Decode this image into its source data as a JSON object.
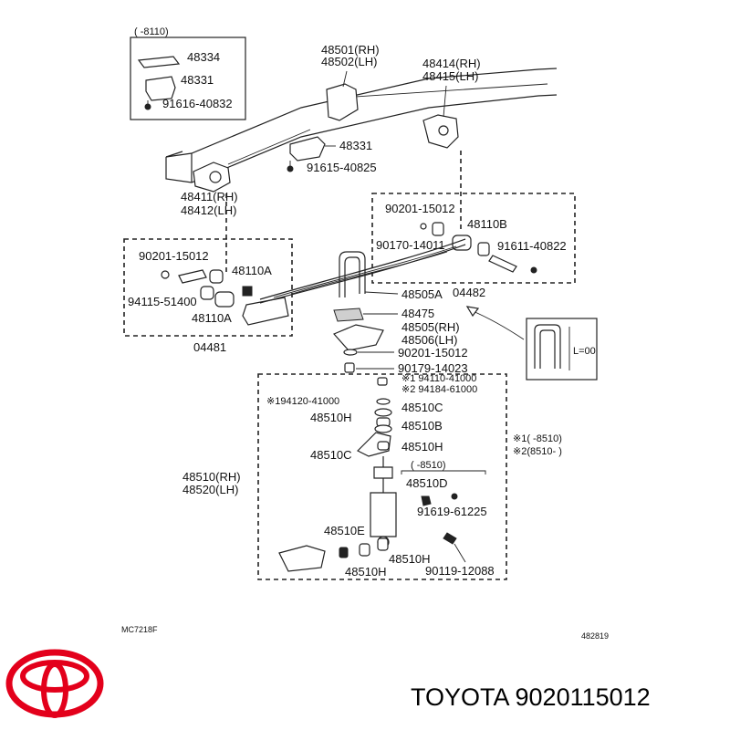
{
  "box_top_left": {
    "header": "(      -8110)",
    "items": [
      "48334",
      "48331",
      "91616-40832"
    ]
  },
  "frame_labels": {
    "bracket_rh": "48501(RH)",
    "bracket_lh": "48502(LH)",
    "hanger_rh": "48414(RH)",
    "hanger_lh": "48415(LH)",
    "bracket_48331": "48331",
    "bolt_91615": "91615-40825",
    "front_rh": "48411(RH)",
    "front_lh": "48412(LH)"
  },
  "box_rear_shackle": {
    "items": [
      "90201-15012",
      "48110B",
      "90170-14011",
      "91611-40822"
    ],
    "kit": "04482"
  },
  "box_front_shackle": {
    "items": [
      "90201-15012",
      "48110A",
      "94115-51400",
      "48110A"
    ],
    "kit": "04481"
  },
  "spring_labels": {
    "u_bolt": "48505A",
    "pad": "48475",
    "seat_rh": "48505(RH)",
    "seat_lh": "48506(LH)",
    "washer": "90201-15012",
    "nut": "90179-14023"
  },
  "inset": {
    "length_label": "L=00"
  },
  "shock_box": {
    "note1": "※1 94110-41000",
    "note2": "※2 94184-61000",
    "nut_left": "※194120-41000",
    "items": [
      "48510C",
      "48510H",
      "48510B",
      "48510C",
      "48510H"
    ],
    "shock_rh": "48510(RH)",
    "shock_lh": "48520(LH)",
    "sub_header": "(      -8510)",
    "d_part": "48510D",
    "d_bolt": "91619-61225",
    "bottom": [
      "48510E",
      "48510H",
      "48510H",
      "90119-12088"
    ]
  },
  "legend": {
    "l1": "※1(      -8510)",
    "l2": "※2(8510-      )"
  },
  "footer": {
    "left_code": "MC7218F",
    "right_code": "482819"
  },
  "brand": {
    "text": "TOYOTA 9020115012",
    "logo_color": "#e3001b"
  }
}
